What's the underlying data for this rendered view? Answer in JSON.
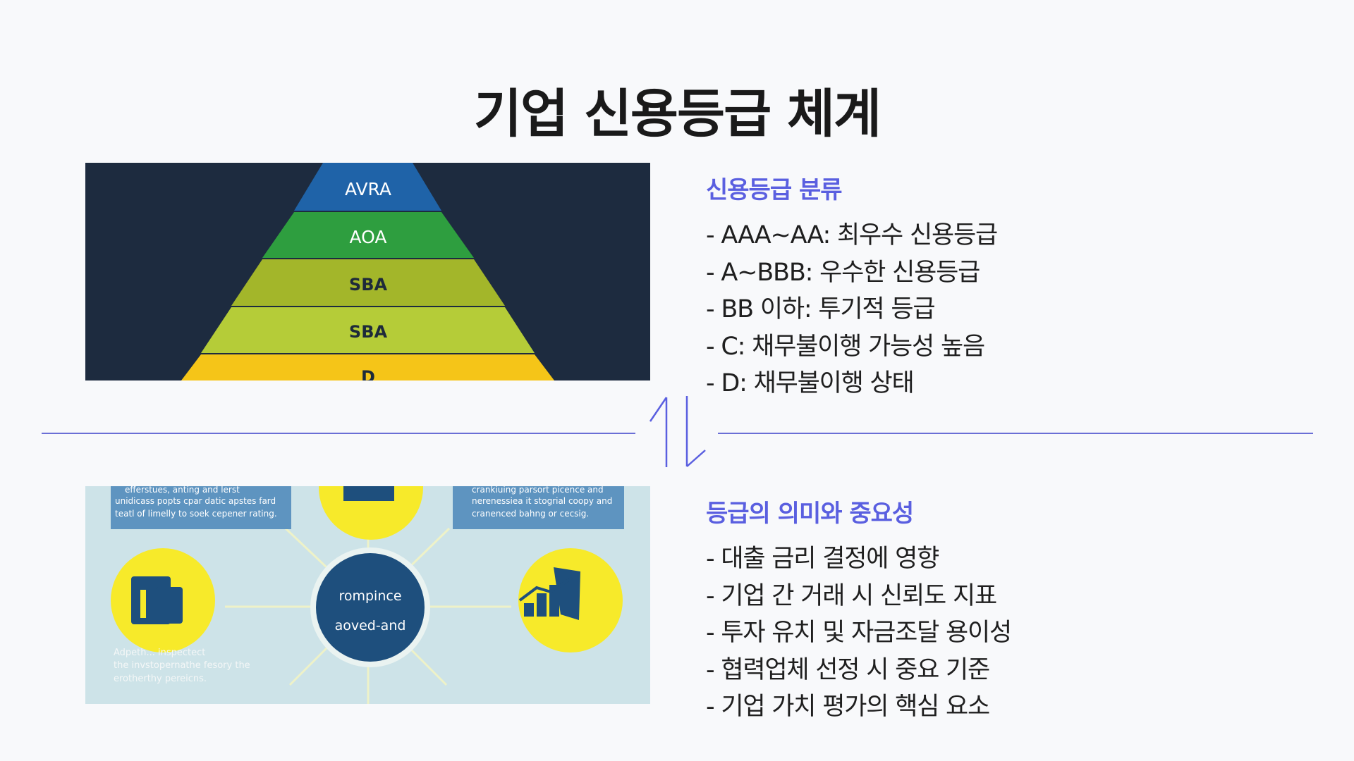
{
  "slide": {
    "title": "기업 신용등급 체계"
  },
  "pyramid_image": {
    "tiers": [
      {
        "label": "AVRA",
        "color": "#1f63a8"
      },
      {
        "label": "AOA",
        "color": "#2e9e3f"
      },
      {
        "label": "SBA",
        "color": "#a3b62a"
      },
      {
        "label": "SBA",
        "color": "#b5cc38"
      },
      {
        "label": "D",
        "color": "#f5c518"
      }
    ]
  },
  "infographic_image": {
    "center_line1": "rompince",
    "center_line2": "aoved-and",
    "box_left_lines": [
      "efferstues, anting and lerst",
      "unidicass popts cpar datic apstes fard",
      "teatl of limelly to soek cepener rating."
    ],
    "box_right_lines": [
      "crankiuing parsort picence and",
      "nerenessiea it stogrial coopy and",
      "cranenced bahng or cecsig."
    ],
    "bottom_left_lines": [
      "Adpeth...   inspectect",
      "the invstopernathe fesory the",
      "erotherthy pereicns."
    ]
  },
  "sections": {
    "classification": {
      "heading": "신용등급 분류",
      "items": [
        "- AAA~AA: 최우수 신용등급",
        "- A~BBB: 우수한 신용등급",
        "- BB 이하: 투기적 등급",
        "- C: 채무불이행 가능성 높음",
        "- D: 채무불이행 상태"
      ]
    },
    "importance": {
      "heading": "등급의 의미와 중요성",
      "items": [
        "- 대출 금리 결정에 영향",
        "- 기업 간 거래 시 신뢰도 지표",
        "- 투자 유치 및 자금조달 용이성",
        "- 협력업체 선정 시 중요 기준",
        "- 기업 가치 평가의 핵심 요소"
      ]
    }
  },
  "colors": {
    "accent": "#5a5fe0",
    "divider": "#6b6fd6",
    "pyramid_bg": "#1d2b3f",
    "infographic_bg": "#cde3e8",
    "infographic_yellow": "#f7ea2a",
    "infographic_navy": "#1e4f7d"
  },
  "icons": [
    "swap-vertical-icon",
    "document-icon",
    "chart-icon"
  ]
}
